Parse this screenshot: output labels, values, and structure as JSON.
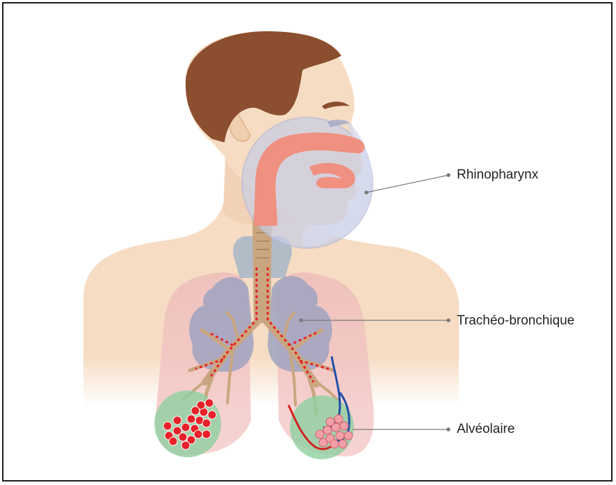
{
  "labels": {
    "rhinopharynx": "Rhinopharynx",
    "tracheo_bronchique": "Trachéo-bronchique",
    "alveolaire": "Alvéolaire"
  },
  "colors": {
    "skin": "#f6dcc3",
    "hair": "#8b4e2e",
    "lung_outer": "#f2c4c0",
    "lung_inner": "#9aa0c0",
    "airway": "#c9a67f",
    "nasal_cavity": "#f09080",
    "zone_circle_upper": "#c8cde6",
    "zone_circle_lower": "#8fd0a0",
    "particle": "#e8202a",
    "artery": "#d42020",
    "vein": "#1e4fa8",
    "leader_line": "#7a7a7a"
  }
}
